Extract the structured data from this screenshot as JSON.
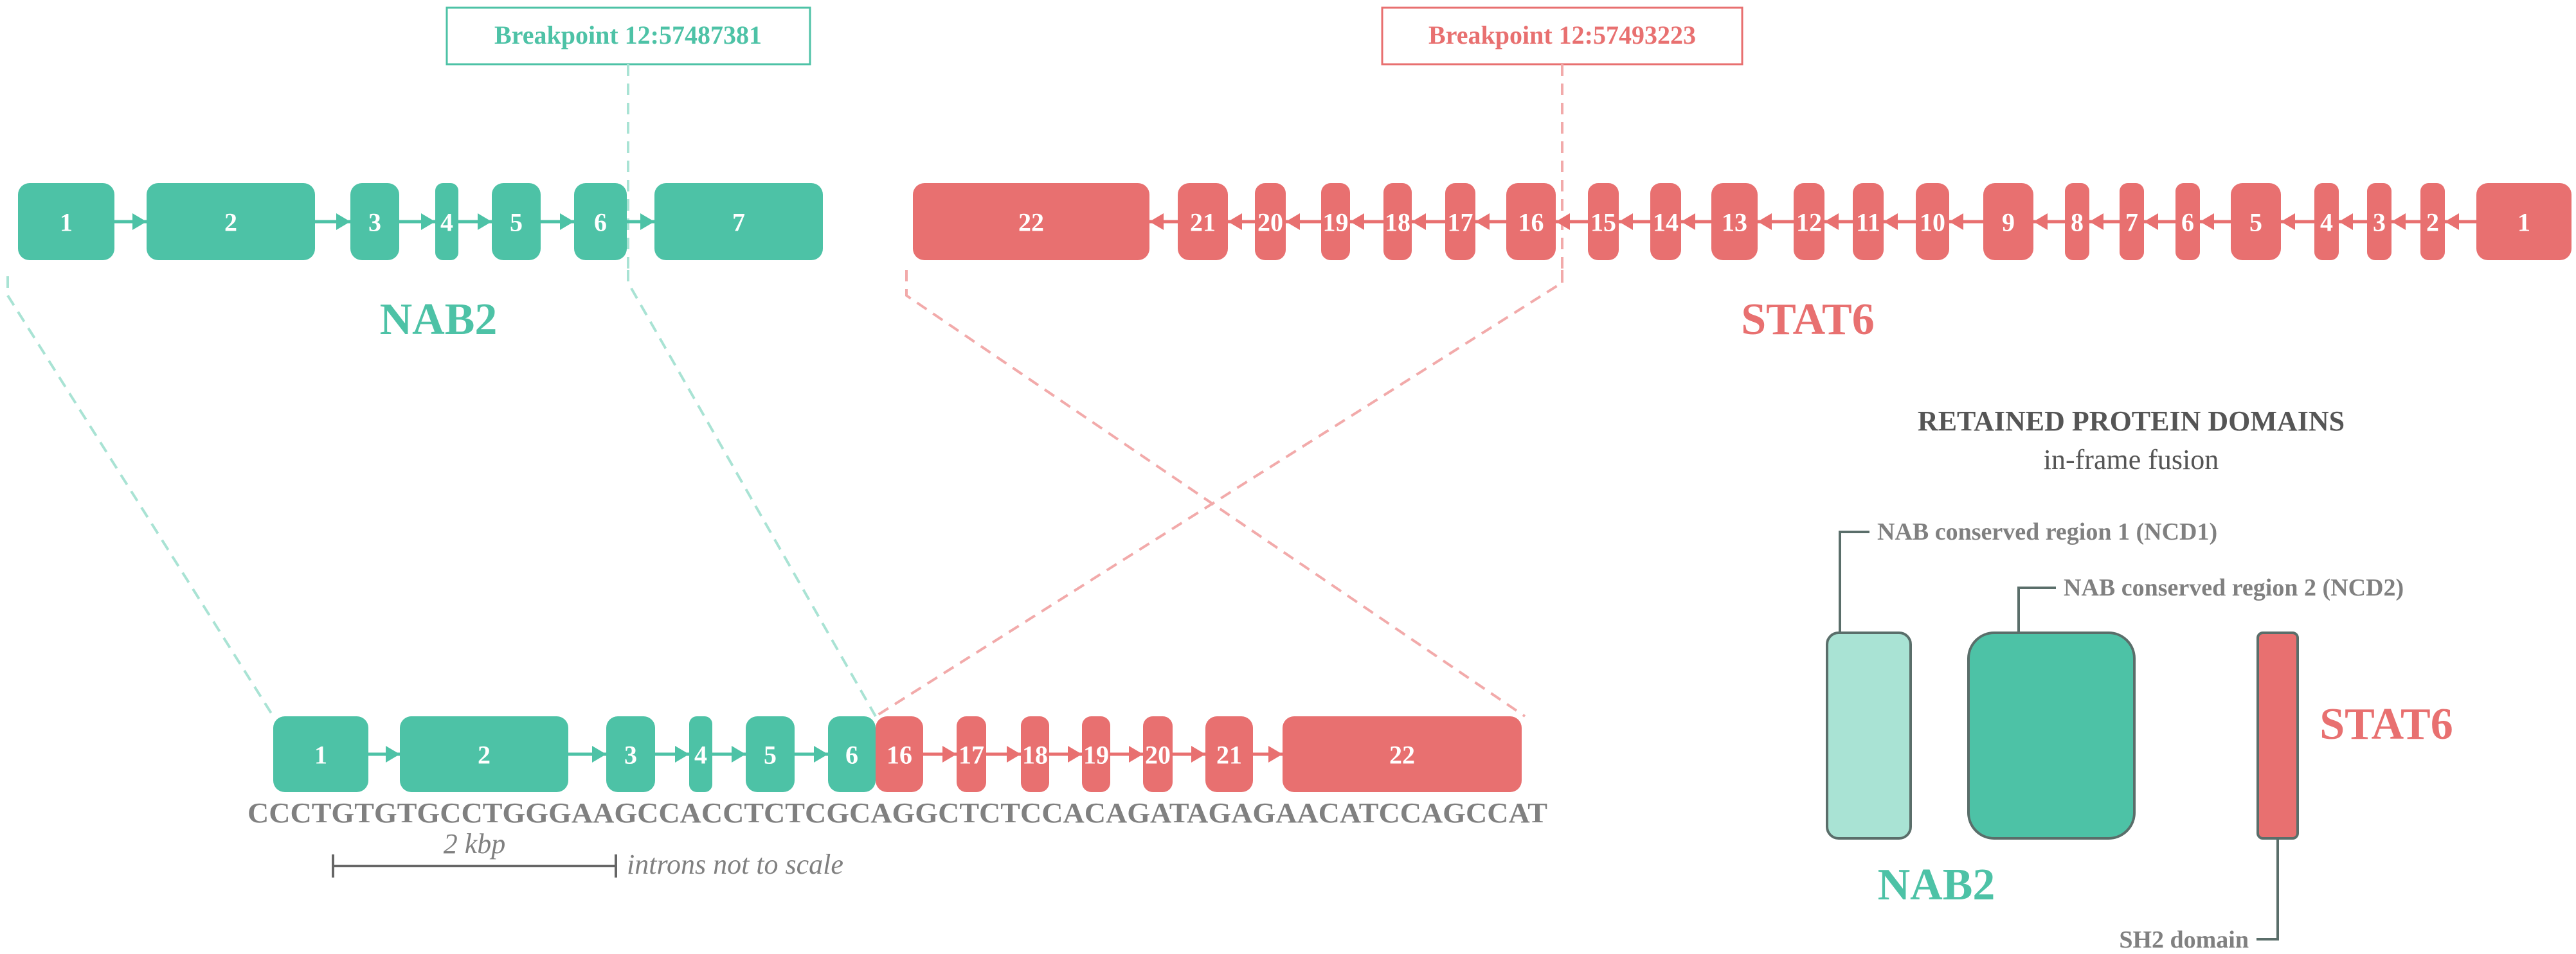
{
  "colors": {
    "nab2": "#4dc2a6",
    "nab2_light": "#a9e3d4",
    "stat6": "#e87070",
    "gray_text": "#808080",
    "dark_text": "#555555",
    "border": "#5a6e6a"
  },
  "breakpoints": {
    "nab2": "Breakpoint 12:57487381",
    "stat6": "Breakpoint 12:57493223"
  },
  "genes": {
    "nab2": {
      "name": "NAB2",
      "exons": [
        "1",
        "2",
        "3",
        "4",
        "5",
        "6",
        "7"
      ]
    },
    "stat6": {
      "name": "STAT6",
      "exons": [
        "22",
        "21",
        "20",
        "19",
        "18",
        "17",
        "16",
        "15",
        "14",
        "13",
        "12",
        "11",
        "10",
        "9",
        "8",
        "7",
        "6",
        "5",
        "4",
        "3",
        "2",
        "1"
      ]
    }
  },
  "fusion": {
    "nab2_exons": [
      "1",
      "2",
      "3",
      "4",
      "5",
      "6"
    ],
    "stat6_exons": [
      "16",
      "17",
      "18",
      "19",
      "20",
      "21",
      "22"
    ],
    "sequence": "CCCTGTGTGCCTGGGAAGCCACCTCTCGCAGGCTCTCCACAGATAGAGAACATCCAGCCAT",
    "scale_label": "2 kbp",
    "scale_note": "introns not to scale"
  },
  "domains": {
    "title": "RETAINED PROTEIN DOMAINS",
    "subtitle": "in-frame fusion",
    "ncd1": "NAB conserved region 1 (NCD1)",
    "ncd2": "NAB conserved region 2 (NCD2)",
    "sh2": "SH2 domain",
    "nab2_label": "NAB2",
    "stat6_label": "STAT6"
  }
}
